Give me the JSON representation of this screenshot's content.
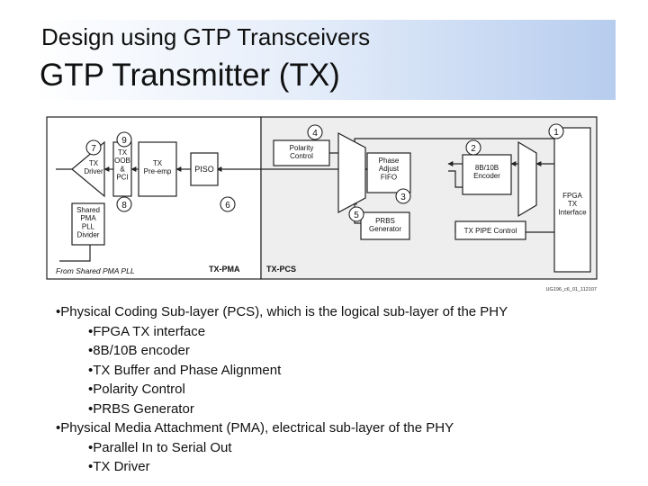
{
  "header": {
    "subtitle": "Design using GTP Transceivers",
    "title": "GTP Transmitter (TX)"
  },
  "diagram": {
    "blocks": {
      "tx_driver": "TX\nDriver",
      "tx_oob_pci": "TX\nOOB\n&\nPCI",
      "tx_preemp": "TX\nPre-emp",
      "piso": "PISO",
      "shared_pma_pll": "Shared\nPMA\nPLL\nDivider",
      "polarity_control": "Polarity\nControl",
      "phase_adjust_fifo": "Phase\nAdjust\nFIFO",
      "encoder": "8B/10B\nEncoder",
      "prbs_generator": "PRBS\nGenerator",
      "tx_pipe_control": "TX PIPE Control",
      "fpga_tx_interface": "FPGA\nTX\nInterface"
    },
    "callouts": [
      "1",
      "2",
      "3",
      "4",
      "5",
      "6",
      "7",
      "8",
      "9"
    ],
    "labels": {
      "from_shared": "From Shared PMA PLL",
      "tx_pma": "TX-PMA",
      "tx_pcs": "TX-PCS",
      "figure_id": "UG196_c6_01_112107"
    }
  },
  "bullets": [
    {
      "level": 1,
      "text": "Physical Coding Sub-layer (PCS), which is the logical sub-layer of the PHY"
    },
    {
      "level": 2,
      "text": "FPGA TX interface"
    },
    {
      "level": 2,
      "text": "8B/10B encoder"
    },
    {
      "level": 2,
      "text": "TX Buffer and Phase Alignment"
    },
    {
      "level": 2,
      "text": "Polarity Control"
    },
    {
      "level": 2,
      "text": "PRBS Generator"
    },
    {
      "level": 1,
      "text": "Physical Media Attachment (PMA), electrical sub-layer of the PHY"
    },
    {
      "level": 2,
      "text": "Parallel In to Serial Out"
    },
    {
      "level": 2,
      "text": "TX Driver"
    }
  ],
  "colors": {
    "pcs_fill": "#eeeeee",
    "box_fill": "#ffffff",
    "stroke": "#222222"
  }
}
